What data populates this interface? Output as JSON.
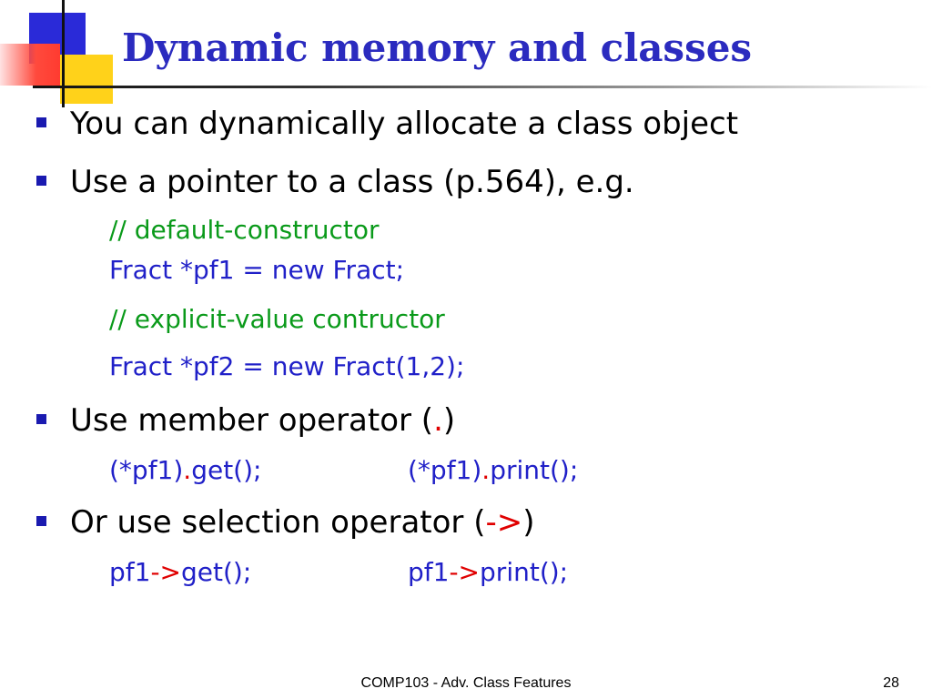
{
  "slide": {
    "title": "Dynamic memory and classes",
    "bullets": [
      {
        "text": "You can dynamically allocate a class object"
      },
      {
        "text": "Use a pointer to a class (p.564), e.g."
      },
      {
        "text_before": "Use member operator (",
        "op": ".",
        "text_after": ")"
      },
      {
        "text_before": "Or use selection operator (",
        "op": "->",
        "text_after": ")"
      }
    ],
    "code": {
      "comment1": "// default-constructor",
      "line1": "Fract *pf1 = new Fract;",
      "comment2": "// explicit-value contructor",
      "line2": "Fract *pf2 = new Fract(1,2);",
      "member": {
        "left_obj": "(*pf1)",
        "left_op": ".",
        "left_call": "get();",
        "right_obj": "(*pf1)",
        "right_op": ".",
        "right_call": "print();"
      },
      "selection": {
        "left_obj": "pf1",
        "left_op": "->",
        "left_call": "get();",
        "right_obj": "pf1",
        "right_op": "->",
        "right_call": "print();"
      }
    }
  },
  "footer": {
    "course": "COMP103 - Adv. Class Features",
    "page": "28"
  },
  "colors": {
    "title": "#2b2bbf",
    "bullet": "#1a1ab0",
    "code": "#2020c8",
    "comment": "#0a9a1a",
    "operator": "#e00000"
  }
}
